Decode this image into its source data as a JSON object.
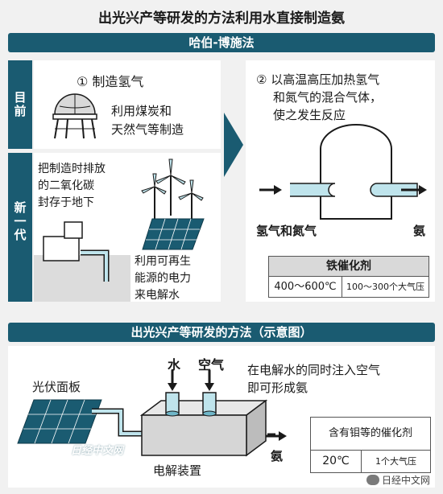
{
  "title": "出光兴产等研发的方法利用水直接制造氨",
  "section1": {
    "header": "哈伯-博施法",
    "row_current": "目前",
    "row_next": "新一代",
    "step1": "① 制造氢气",
    "current_desc": [
      "利用煤炭和",
      "天然气等制造"
    ],
    "capture_desc": [
      "把制造时排放",
      "的二氧化碳",
      "封存于地下"
    ],
    "renewable_desc": [
      "利用可再生",
      "能源的电力",
      "来电解水"
    ],
    "step2": [
      "② 以高温高压加热氢气",
      "和氮气的混合气体，",
      "使之发生反应"
    ],
    "input_label": "氢气和氮气",
    "output_label": "氨",
    "catalyst_table": {
      "header": "铁催化剂",
      "temperature": "400～600℃",
      "pressure": "100～300个大气压"
    }
  },
  "section2": {
    "header": "出光兴产等研发的方法（示意图）",
    "solar_label": "光伏面板",
    "water_label": "水",
    "air_label": "空气",
    "desc": [
      "在电解水的同时注入空气",
      "即可形成氨"
    ],
    "device_label": "电解装置",
    "output_label": "氨",
    "catalyst_table": {
      "header": "含有钼等的催化剂",
      "temperature": "20℃",
      "pressure": "1个大气压"
    }
  },
  "watermark": "日经中文网",
  "wechat_badge": "日经中文网",
  "colors": {
    "teal": "#1a5b71",
    "pipe": "#bfe4ec",
    "pipe_dark": "#6fb6c8",
    "gray": "#d9d9d9"
  }
}
